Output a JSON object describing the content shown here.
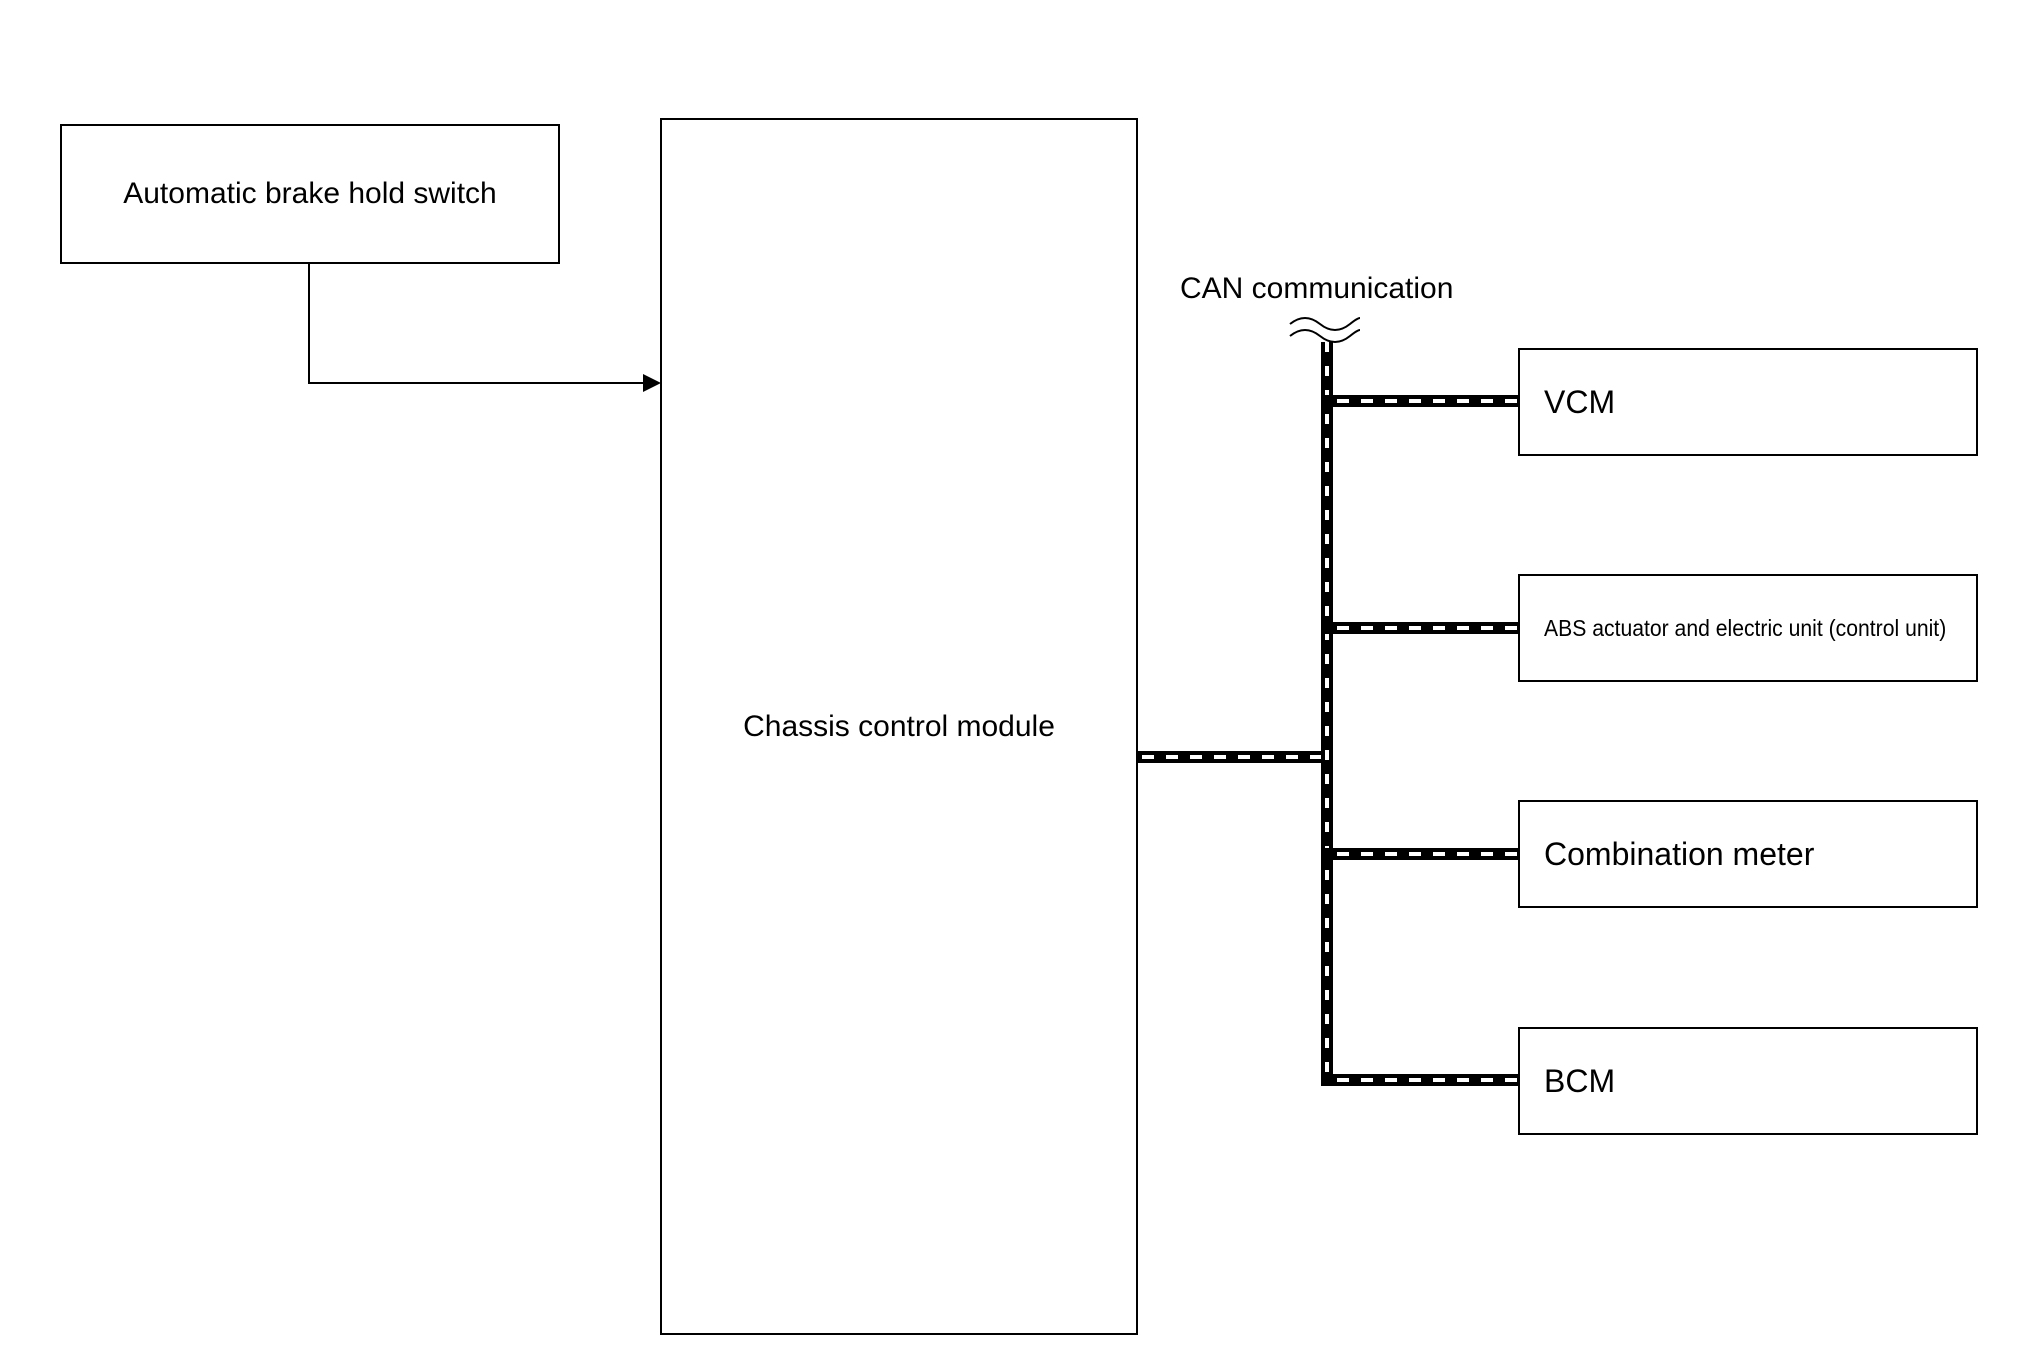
{
  "diagram": {
    "nodes": {
      "switch": "Automatic brake hold switch",
      "chassis_module": "Chassis control module",
      "vcm": "VCM",
      "abs": "ABS actuator and electric unit (control unit)",
      "meter": "Combination meter",
      "bcm": "BCM"
    },
    "bus_label": "CAN communication",
    "edges": [
      {
        "from": "switch",
        "to": "chassis_module",
        "kind": "signal-arrow"
      },
      {
        "from": "chassis_module",
        "to": "can_bus",
        "kind": "can-line"
      },
      {
        "from": "can_bus",
        "to": "vcm",
        "kind": "can-line"
      },
      {
        "from": "can_bus",
        "to": "abs",
        "kind": "can-line"
      },
      {
        "from": "can_bus",
        "to": "meter",
        "kind": "can-line"
      },
      {
        "from": "can_bus",
        "to": "bcm",
        "kind": "can-line"
      }
    ],
    "colors": {
      "line": "#000000",
      "background": "#ffffff"
    }
  }
}
